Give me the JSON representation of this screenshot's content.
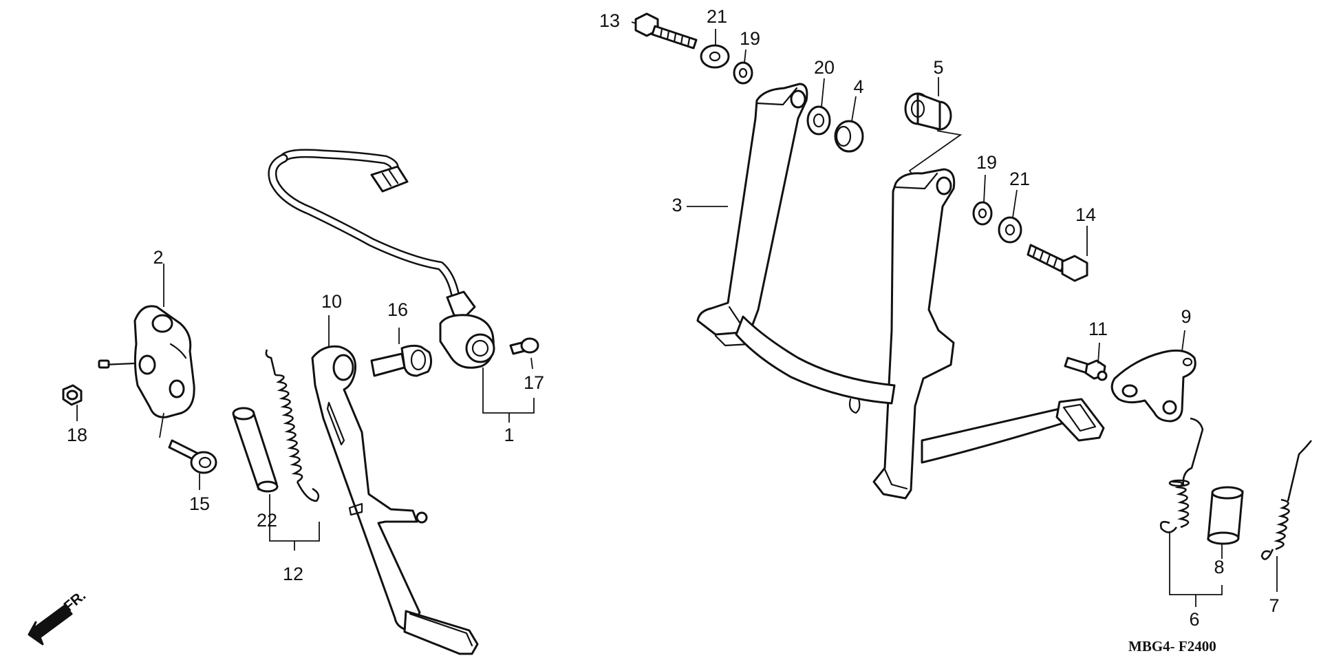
{
  "diagram": {
    "callouts": {
      "c1": "1",
      "c2": "2",
      "c3": "3",
      "c4": "4",
      "c5": "5",
      "c6": "6",
      "c7": "7",
      "c8": "8",
      "c9": "9",
      "c10": "10",
      "c11": "11",
      "c12": "12",
      "c13": "13",
      "c14": "14",
      "c15": "15",
      "c16": "16",
      "c17": "17",
      "c18": "18",
      "c19a": "19",
      "c19b": "19",
      "c20": "20",
      "c21a": "21",
      "c21b": "21",
      "c22": "22"
    },
    "direction_label": "FR.",
    "drawing_code": "MBG4- F2400"
  }
}
